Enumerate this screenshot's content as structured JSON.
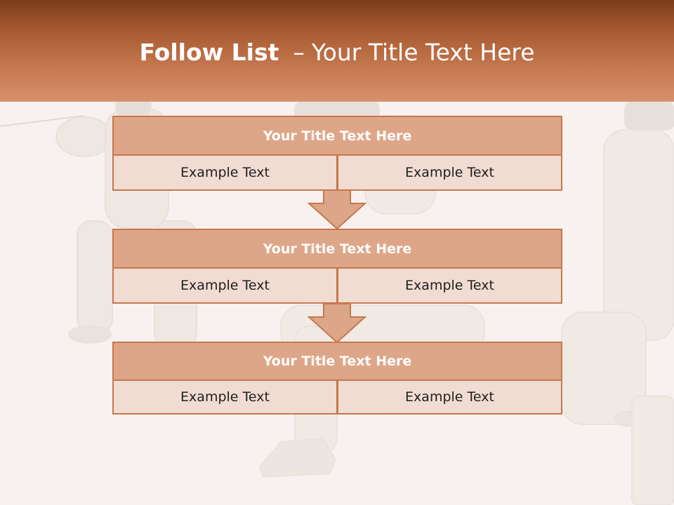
{
  "header": {
    "title_bold": "Follow List",
    "title_separator": "–",
    "title_regular": "Your Title Text Here"
  },
  "flow": {
    "blocks": [
      {
        "title": "Your Title Text Here",
        "left": "Example Text",
        "right": "Example Text"
      },
      {
        "title": "Your Title Text Here",
        "left": "Example Text",
        "right": "Example Text"
      },
      {
        "title": "Your Title Text Here",
        "left": "Example Text",
        "right": "Example Text"
      }
    ]
  },
  "colors": {
    "header_dark": "#7a3d1b",
    "header_light": "#d6916c",
    "block_title_fill": "#dea688",
    "block_cell_fill": "#f0dcd2",
    "block_border": "#c8774c",
    "background": "#f7f2ef"
  },
  "background_image": "fencing-photo-faded"
}
